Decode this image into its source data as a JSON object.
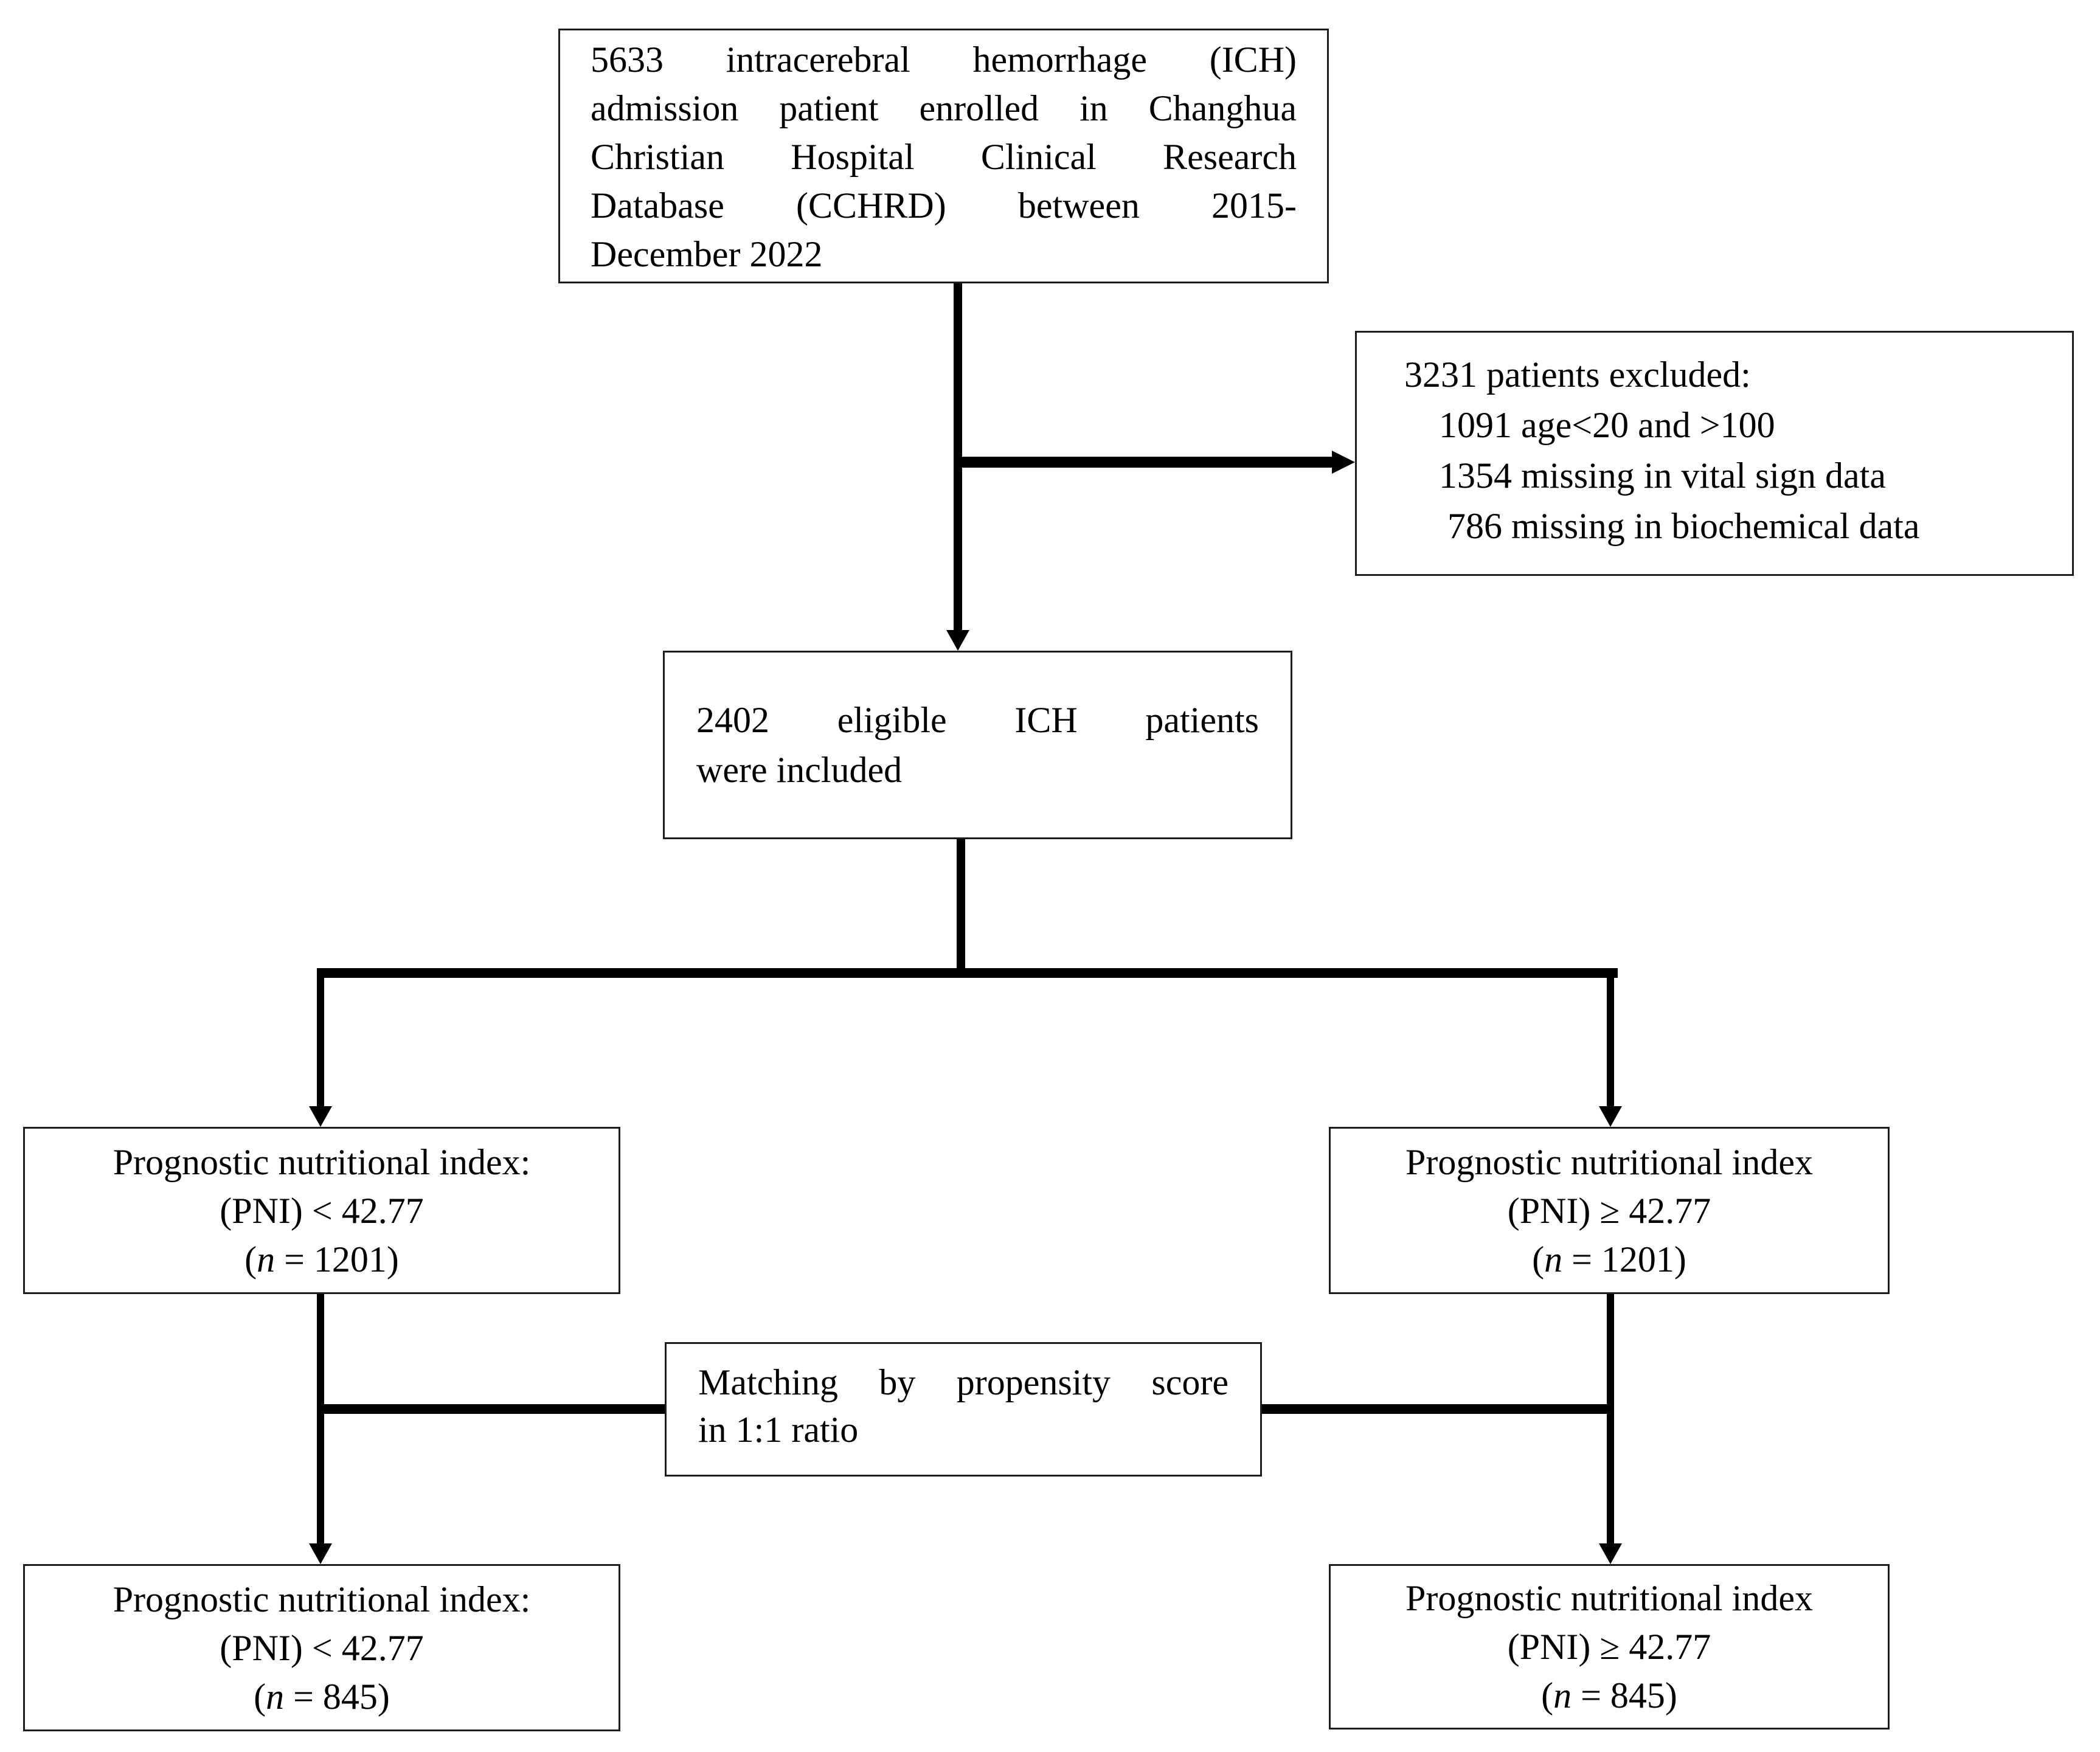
{
  "figure": {
    "background": "#ffffff",
    "line_color": "#000000",
    "border_color": "#1c1c1c"
  },
  "boxes": {
    "source": {
      "lines": [
        "5633 intracerebral hemorrhage (ICH)",
        "admission patient enrolled in Changhua",
        "Christian Hospital Clinical Research",
        "Database (CCHRD) between 2015-",
        "December 2022"
      ]
    },
    "excluded": {
      "title": "3231 patients excluded:",
      "items": [
        "1091 age<20 and >100",
        "1354 missing in vital sign data",
        "786 missing in biochemical data"
      ]
    },
    "eligible": {
      "lines": [
        "2402 eligible ICH patients",
        "were included"
      ]
    },
    "matching": {
      "lines": [
        "Matching by propensity score",
        "in 1:1 ratio"
      ]
    },
    "pni_low_mid": {
      "title": "Prognostic nutritional index:",
      "criteria": "(PNI) < 42.77",
      "n_open": "(",
      "n_var": "n",
      "n_rest": " = 1201)"
    },
    "pni_high_mid": {
      "title": "Prognostic nutritional index",
      "criteria": "(PNI) ≥ 42.77",
      "n_open": "(",
      "n_var": "n",
      "n_rest": " = 1201)"
    },
    "pni_low_post": {
      "title": "Prognostic nutritional index:",
      "criteria": "(PNI) < 42.77",
      "n_open": "(",
      "n_var": "n",
      "n_rest": " = 845)"
    },
    "pni_high_post": {
      "title": "Prognostic nutritional index",
      "criteria": "(PNI) ≥ 42.77",
      "n_open": "(",
      "n_var": "n",
      "n_rest": " = 845)"
    }
  }
}
